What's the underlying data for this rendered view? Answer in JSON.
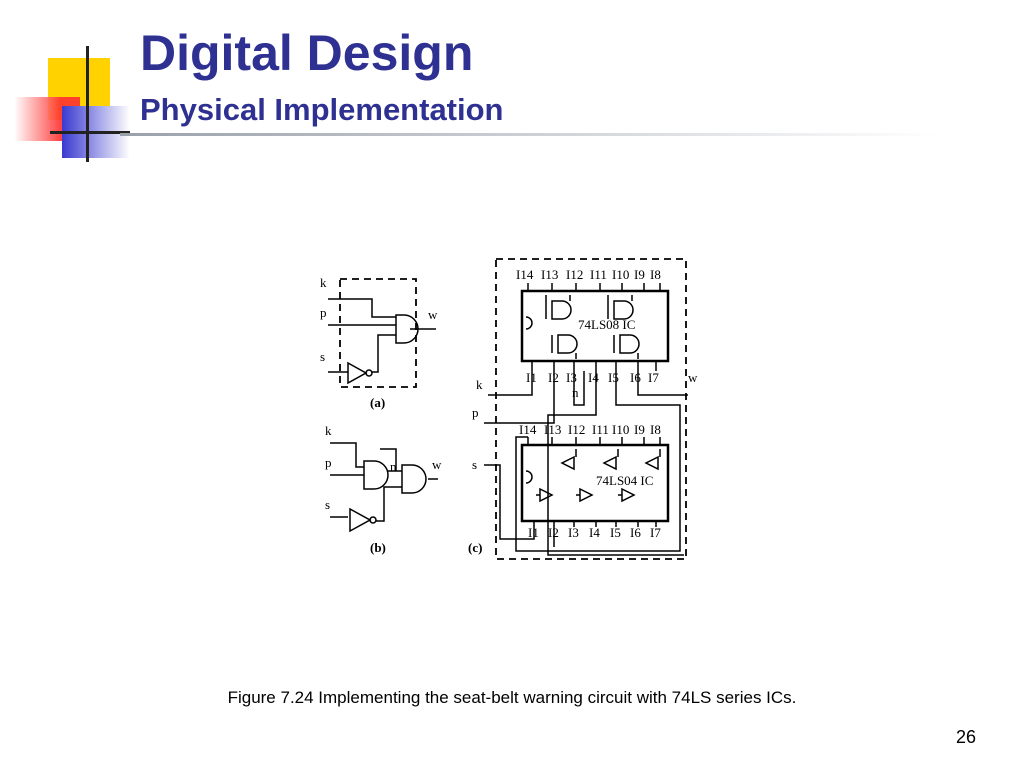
{
  "slide": {
    "title": "Digital Design",
    "subtitle": "Physical Implementation",
    "caption": "Figure 7.24 Implementing the seat-belt warning circuit with 74LS series ICs.",
    "page_number": "26"
  },
  "colors": {
    "title": "#2e3192",
    "yellow": "#ffd200",
    "red": "#ff3030",
    "blue": "#3a3ad0"
  },
  "figure": {
    "a": {
      "label": "(a)",
      "inputs": [
        "k",
        "p",
        "s"
      ],
      "output": "w"
    },
    "b": {
      "label": "(b)",
      "inputs": [
        "k",
        "p",
        "s"
      ],
      "node": "n",
      "output": "w"
    },
    "c": {
      "label": "(c)",
      "inputs": [
        "k",
        "p",
        "s"
      ],
      "output": "w",
      "node": "n",
      "ic1": {
        "name": "74LS08 IC",
        "top_pins": [
          "I14",
          "I13",
          "I12",
          "I11",
          "I10",
          "I9",
          "I8"
        ],
        "bottom_pins": [
          "I1",
          "I2",
          "I3",
          "I4",
          "I5",
          "I6",
          "I7"
        ]
      },
      "ic2": {
        "name": "74LS04 IC",
        "top_pins": [
          "I14",
          "I13",
          "I12",
          "I11",
          "I10",
          "I9",
          "I8"
        ],
        "bottom_pins": [
          "I1",
          "I2",
          "I3",
          "I4",
          "I5",
          "I6",
          "I7"
        ]
      }
    }
  }
}
